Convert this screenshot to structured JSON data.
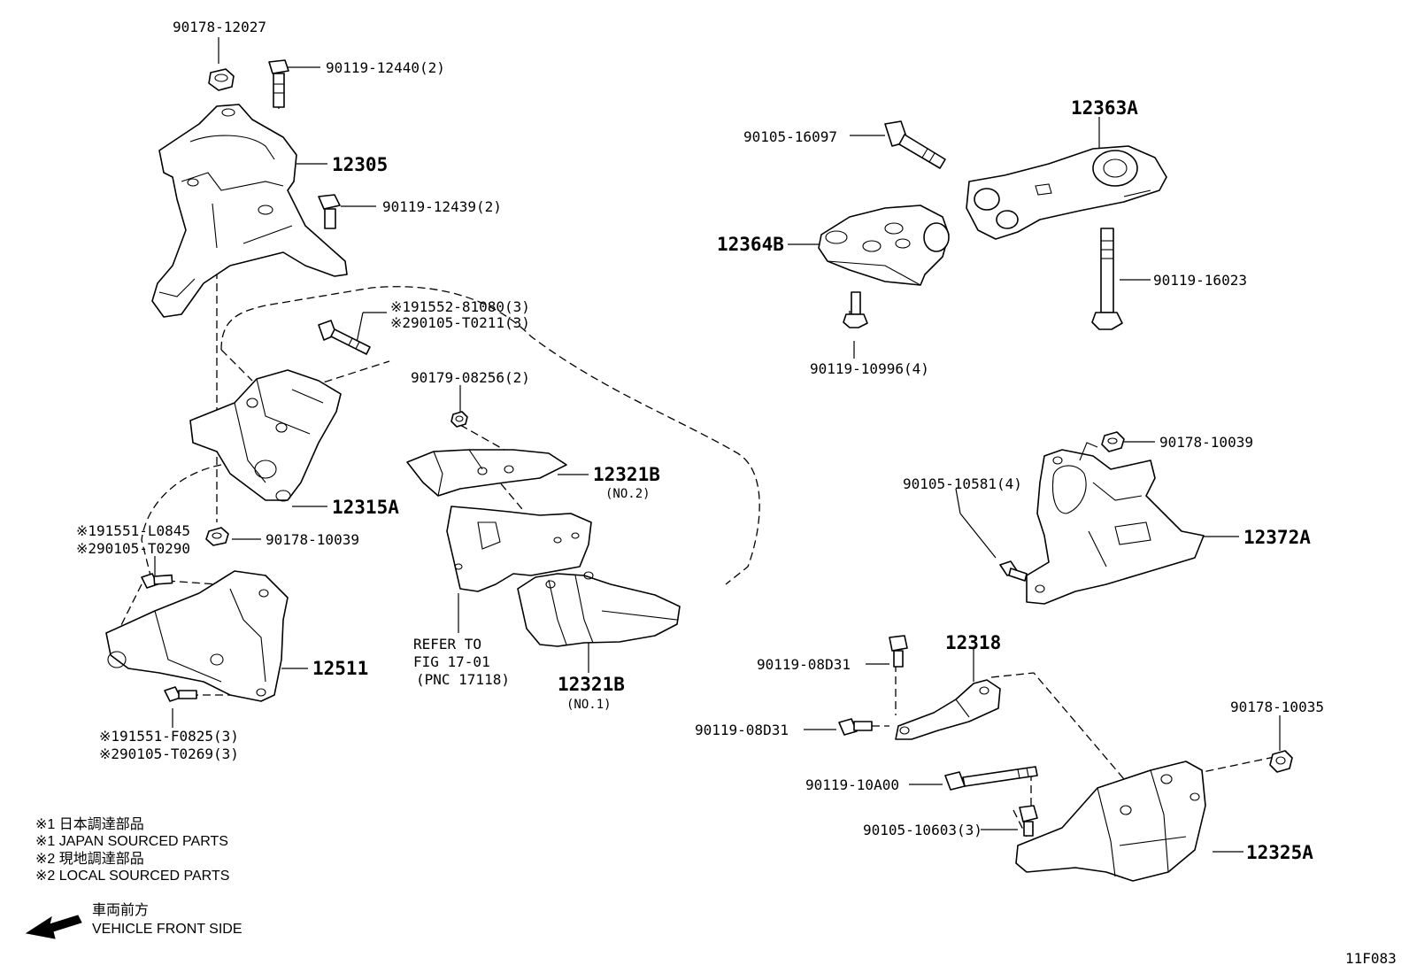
{
  "labels": {
    "p_90178_12027": "90178-12027",
    "p_90119_12440": "90119-12440(2)",
    "p_12305": "12305",
    "p_90119_12439": "90119-12439(2)",
    "p_191552_81080": "※191552-81080(3)",
    "p_290105_T0211": "※290105-T0211(3)",
    "p_90179_08256": "90179-08256(2)",
    "p_12321B_top": "12321B",
    "p_no2": "(NO.2)",
    "p_12315A": "12315A",
    "p_191551_L0845": "※191551-L0845",
    "p_290105_T0290": "※290105-T0290",
    "p_90178_10039_left": "90178-10039",
    "p_12511": "12511",
    "p_191551_F0825": "※191551-F0825(3)",
    "p_290105_T0269": "※290105-T0269(3)",
    "refer_1": "REFER TO",
    "refer_2": "FIG 17-01",
    "refer_3": "(PNC 17118)",
    "p_12321B_bottom": "12321B",
    "p_no1": "(NO.1)",
    "p_90105_16097": "90105-16097",
    "p_12363A": "12363A",
    "p_12364B": "12364B",
    "p_90119_16023": "90119-16023",
    "p_90119_10996": "90119-10996(4)",
    "p_90178_10039_right": "90178-10039",
    "p_90105_10581": "90105-10581(4)",
    "p_12372A": "12372A",
    "p_90119_08D31_a": "90119-08D31",
    "p_12318": "12318",
    "p_90119_08D31_b": "90119-08D31",
    "p_90178_10035": "90178-10035",
    "p_90119_10A00": "90119-10A00",
    "p_90105_10603": "90105-10603(3)",
    "p_12325A": "12325A"
  },
  "notes": {
    "n1_jp": "※1  日本調達部品",
    "n1_en": "※1  JAPAN SOURCED PARTS",
    "n2_jp": "※2  現地調達部品",
    "n2_en": "※2  LOCAL SOURCED PARTS"
  },
  "direction": {
    "jp": "車両前方",
    "en": "VEHICLE FRONT SIDE"
  },
  "figure_code": "11F083"
}
